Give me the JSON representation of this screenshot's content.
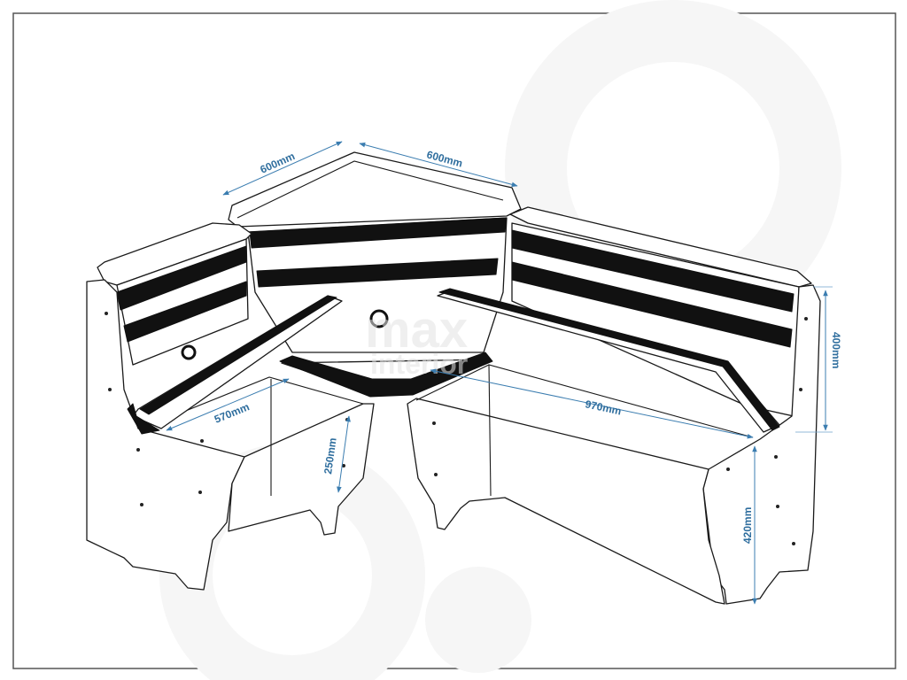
{
  "watermark": {
    "line1": "max",
    "line2": "interior"
  },
  "dimensions": {
    "back_left_width": "600mm",
    "back_right_width": "600mm",
    "left_seat_depth": "570mm",
    "left_box_height": "250mm",
    "right_seat_length": "970mm",
    "backrest_height": "400mm",
    "seat_height": "420mm"
  },
  "colors": {
    "dimension": "#2f6e9e",
    "outline": "#1a1a1a",
    "frame": "#555555"
  }
}
